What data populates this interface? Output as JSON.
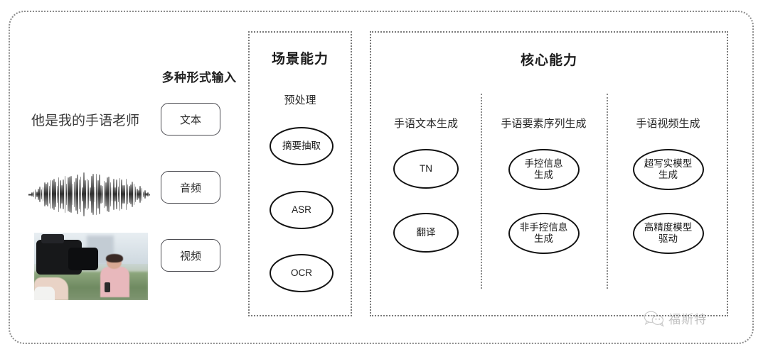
{
  "diagram": {
    "input_section": {
      "heading": "多种形式输入",
      "sample_text": "他是我的手语老师",
      "waveform_name": "audio-waveform",
      "video_thumbnail_alt": "camera operator filming a reporter",
      "modalities": [
        {
          "label": "文本",
          "name": "text"
        },
        {
          "label": "音频",
          "name": "audio"
        },
        {
          "label": "视频",
          "name": "video"
        }
      ]
    },
    "scene_panel": {
      "title": "场景能力",
      "subtitle": "预处理",
      "nodes": [
        {
          "label": "摘要抽取"
        },
        {
          "label": "ASR"
        },
        {
          "label": "OCR"
        }
      ]
    },
    "core_panel": {
      "title": "核心能力",
      "columns": [
        {
          "header": "手语文本生成",
          "nodes": [
            {
              "label": "TN"
            },
            {
              "label": "翻译"
            }
          ]
        },
        {
          "header": "手语要素序列生成",
          "nodes": [
            {
              "label": "手控信息\n生成"
            },
            {
              "label": "非手控信息\n生成"
            }
          ]
        },
        {
          "header": "手语视频生成",
          "nodes": [
            {
              "label": "超写实模型\n生成"
            },
            {
              "label": "高精度模型\n驱动"
            }
          ]
        }
      ]
    },
    "watermark": {
      "icon": "wechat-icon",
      "text": "福斯特"
    },
    "colors": {
      "frame_border": "#8c8c8c",
      "panel_border": "#7a7a7a",
      "node_border": "#121212",
      "button_border": "#4a4a50",
      "text": "#1a1a1a"
    }
  }
}
